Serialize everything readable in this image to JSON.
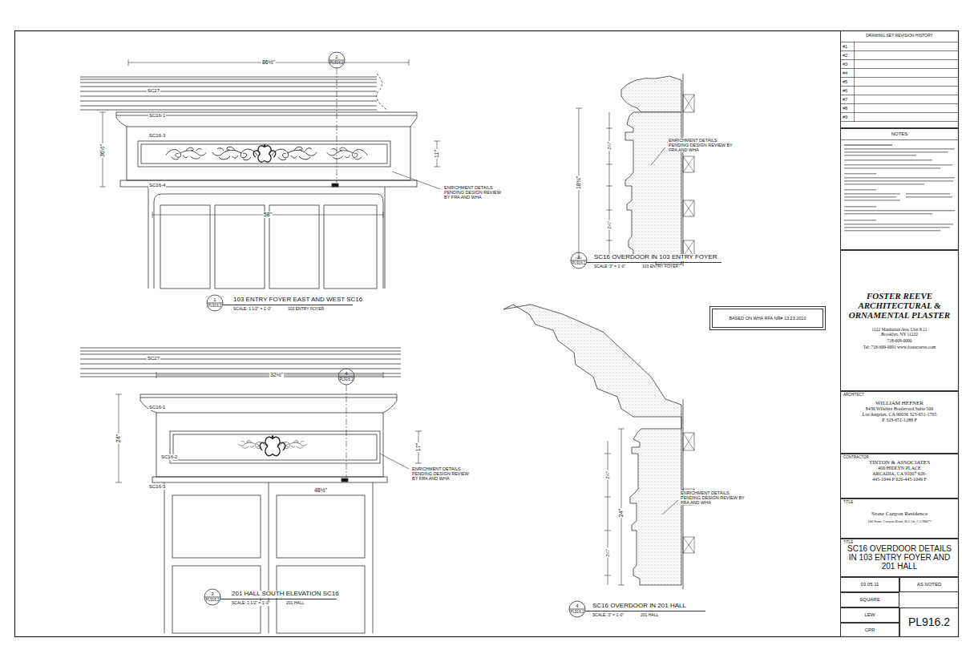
{
  "diagram": {
    "nodes": [
      {
        "text": [
          "DRAWING SET REVISION HISTORY"
        ]
      },
      {
        "text": [
          "NOTES"
        ]
      },
      {
        "text": [
          "FOSTER REEVE ARCHITECTURAL & ORNAMENTAL PLASTER",
          "1122 Manhattan Ave, Unit 8.11 Brooklyn, NY 11222",
          "718-609-0090",
          "Tel: 718-609-0091 www.fosterreeve.com"
        ]
      },
      {
        "text": [
          "ARCHITECT",
          "WILLIAM HEFNER",
          "8436 Wilshire Boulevard Suite 500 Los Angeles, CA 90036 323-651-1765 P 323-651-1288 F"
        ]
      },
      {
        "text": [
          "CONTRACTOR",
          "TINTON & ASSOCIATES",
          "400 HIDLYN PLACE ARCADIA, CA 91007 626-445-1044 P 626-445-1049 F"
        ]
      },
      {
        "text": [
          "TITLE",
          "Stone Canyon Residence",
          "100 Stone Canyon Road, Bel Air, CA 90077"
        ]
      },
      {
        "text": [
          "TITLE",
          "SC16 OVERDOOR DETAILS IN 103 ENTRY FOYER AND 201 HALL"
        ]
      },
      {
        "text": [
          "03.05.11"
        ]
      },
      {
        "text": [
          "AS NOTED"
        ]
      },
      {
        "text": [
          "SQUARE"
        ]
      },
      {
        "text": [
          "LEW"
        ]
      },
      {
        "text": [
          "CPR"
        ]
      },
      {
        "text": [
          "PL916.2"
        ]
      },
      {
        "text": [
          "BASED ON WHA RFA NR# 13.23.2010"
        ]
      }
    ],
    "labels": [
      "86½\"",
      "SC27",
      "SC16-1",
      "SC16-3",
      "36½\"",
      "11\"",
      "SC16-4",
      "ENRICHMENT DETAILS PENDING DESIGN REVIEW BY FRA AND WHA",
      "58\"",
      "1",
      "PL916.2",
      "103 ENTRY FOYER EAST AND WEST SC16",
      "SCALE: 1 1/2\" = 1'-0\"",
      "103 ENTRY FOYER",
      "2",
      "PL916.2",
      "SC27",
      "32½\"",
      "4",
      "PL916.2",
      "SC16-1",
      "24\"",
      "17\"",
      "SC16-2",
      "SC16-3",
      "ENRICHMENT DETAILS PENDING DESIGN REVIEW BY FRA AND WHA",
      "48½\"",
      "3",
      "PL916.2",
      "201 HALL SOUTH ELEVATION SC16",
      "SCALE: 1 1/2\" = 1'-0\"",
      "201 HALL",
      "18¾\"",
      "ENRICHMENT DETAILS PENDING DESIGN REVIEW BY FRA AND WHA",
      "2",
      "PL916.2",
      "SC16 OVERDOOR IN 103 ENTRY FOYER",
      "SCALE: 3\" = 1'-0\"",
      "103 ENTRY FOYER",
      "2¼\"",
      "2¼\"",
      "24\"",
      "ENRICHMENT DETAILS PENDING DESIGN REVIEW BY FRA AND WHA",
      "4",
      "PL916.2",
      "SC16 OVERDOOR IN 201 HALL",
      "SCALE: 3\" = 1'-0\"",
      "201 HALL",
      "2¼\"",
      "2¼\"",
      "#1",
      "#2",
      "#3",
      "#4",
      "#5",
      "#6",
      "#7",
      "#8",
      "#9"
    ]
  }
}
